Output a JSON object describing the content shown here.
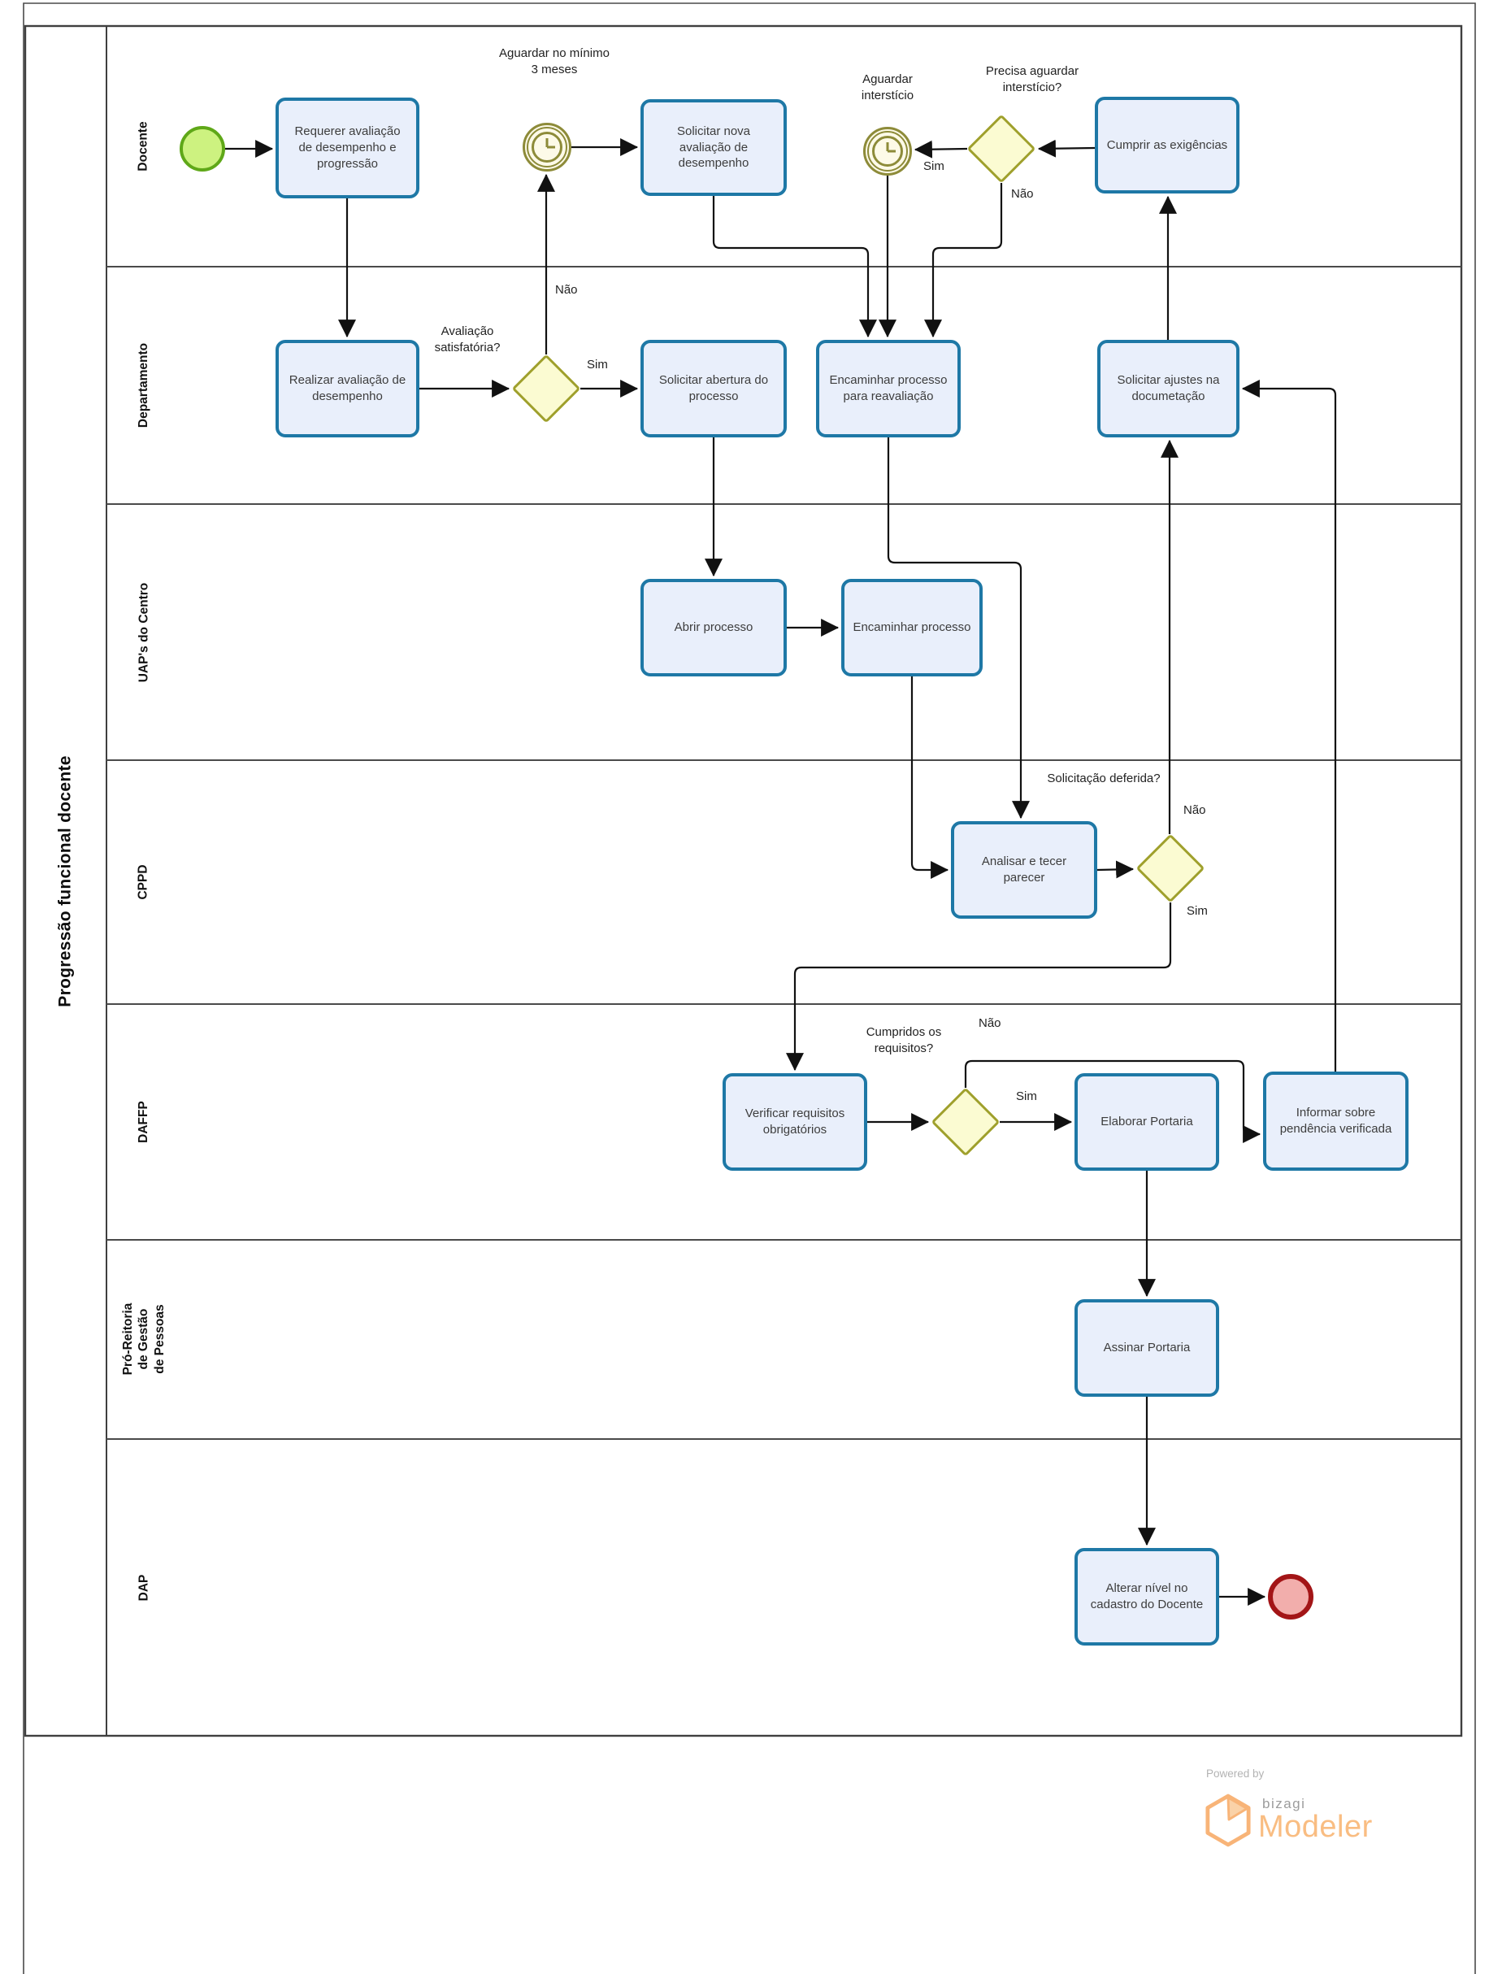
{
  "pool": {
    "title": "Progressão funcional docente"
  },
  "lanes": [
    {
      "label": "Docente"
    },
    {
      "label": "Departamento"
    },
    {
      "label": "UAP's do Centro"
    },
    {
      "label": "CPPD"
    },
    {
      "label": "DAFFP"
    },
    {
      "label": "Pró-Reitoria de Gestão de Pessoas"
    },
    {
      "label": "DAP"
    }
  ],
  "tasks": {
    "requerer": "Requerer avaliação de desempenho e progressão",
    "solicitar_nova": "Solicitar nova avaliação de desempenho",
    "cumprir": "Cumprir as exigências",
    "realizar": "Realizar avaliação de desempenho",
    "solicitar_abertura": "Solicitar abertura do processo",
    "encaminhar_reavaliacao": "Encaminhar processo para reavaliação",
    "solicitar_ajustes": "Solicitar ajustes na documetação",
    "abrir": "Abrir processo",
    "encaminhar": "Encaminhar processo",
    "analisar": "Analisar e tecer parecer",
    "verificar": "Verificar requisitos obrigatórios",
    "elaborar": "Elaborar Portaria",
    "informar": "Informar sobre pendência verificada",
    "assinar": "Assinar Portaria",
    "alterar": "Alterar nível no cadastro do Docente"
  },
  "events": {
    "timer_minimo": "Aguardar no mínimo 3 meses",
    "timer_intersticio": "Aguardar interstício"
  },
  "gateways": {
    "precisa_aguardar": "Precisa aguardar interstício?",
    "avaliacao_satisfatoria": "Avaliação satisfatória?",
    "solicitacao_deferida": "Solicitação deferida?",
    "cumpridos_requisitos": "Cumpridos os requisitos?"
  },
  "edge_labels": {
    "yes": "Sim",
    "no": "Não"
  },
  "branding": {
    "powered_by": "Powered by",
    "brand": "bizagi",
    "product": "Modeler"
  },
  "colors": {
    "task_fill": "#E9EFFB",
    "task_border": "#1E78A6",
    "gateway_fill": "#FBFBD2",
    "gateway_border": "#9FA02C",
    "start_fill": "#CDF280",
    "start_border": "#5FA818",
    "end_fill": "#F2AEAC",
    "end_border": "#A31517",
    "timer_stroke": "#8D8B39",
    "timer_fill": "#FDFAE8",
    "lane_line": "#4a4a4a",
    "flow_line": "#111111",
    "brand_orange": "#F9BD82",
    "brand_gray": "#9c9c9c"
  }
}
